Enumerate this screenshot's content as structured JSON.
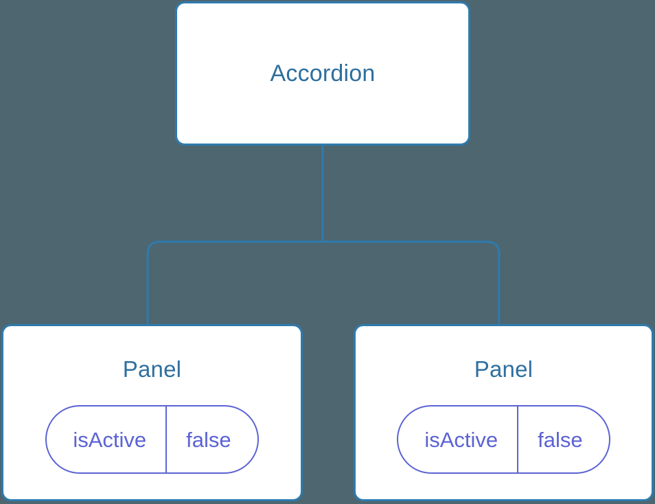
{
  "diagram": {
    "type": "component-tree",
    "background_color": "#4d6670",
    "node_border_color": "#2e7bae",
    "node_background_color": "#ffffff",
    "node_title_color": "#2e6f9e",
    "connector_color": "#2e7bae",
    "prop_color": "#5b63d3",
    "root": {
      "label": "Accordion"
    },
    "children": [
      {
        "label": "Panel",
        "props": [
          {
            "key": "isActive",
            "value": "false"
          }
        ]
      },
      {
        "label": "Panel",
        "props": [
          {
            "key": "isActive",
            "value": "false"
          }
        ]
      }
    ]
  }
}
